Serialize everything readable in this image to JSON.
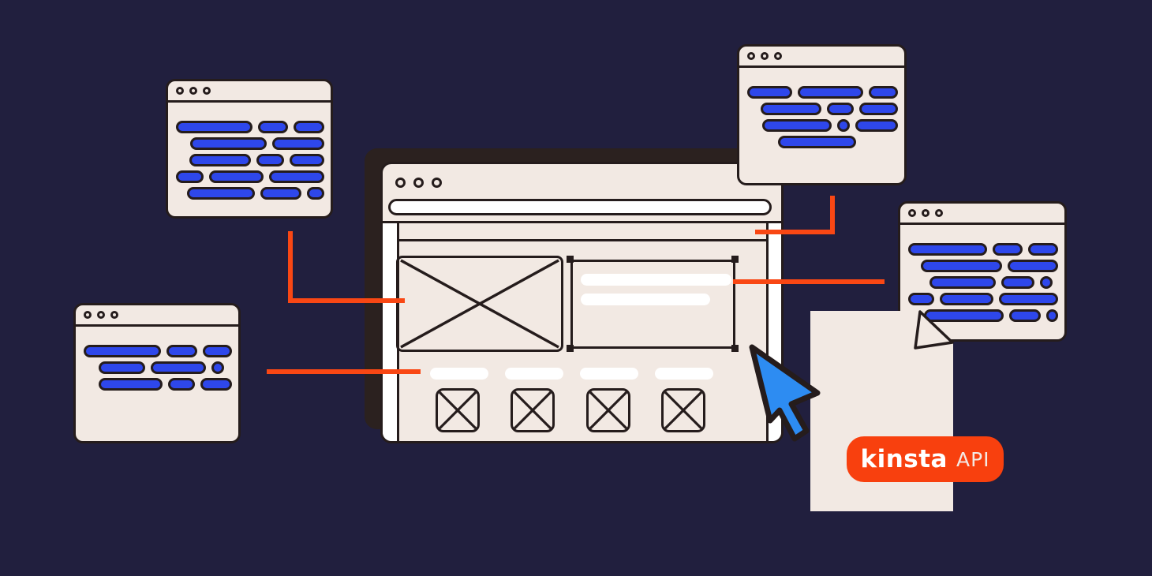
{
  "colors": {
    "background": "#211F3E",
    "window-cream": "#F2E9E3",
    "outline-dark": "#251C1C",
    "code-blue": "#2E47EB",
    "connector-orange": "#F94714",
    "cursor-blue": "#2D8CF2",
    "badge-orange": "#F8400E",
    "shadow-brown": "#2B211F",
    "white": "#FFFFFF"
  },
  "badge": {
    "brand": "kinsta",
    "suffix": "API"
  },
  "code_windows": {
    "top_left": {
      "rows": [
        {
          "indent": 0,
          "segs": [
            104,
            36,
            38
          ]
        },
        {
          "indent": 18,
          "segs": [
            100,
            66
          ]
        },
        {
          "indent": 17,
          "segs": [
            88,
            35,
            46
          ]
        },
        {
          "indent": 0,
          "segs": [
            31,
            67,
            68
          ]
        },
        {
          "indent": 14,
          "segs": [
            87,
            50,
            18
          ]
        }
      ]
    },
    "top_right": {
      "rows": [
        {
          "indent": 0,
          "segs": [
            56,
            84,
            34
          ]
        },
        {
          "indent": 17,
          "segs": [
            74,
            30,
            45
          ]
        },
        {
          "indent": 19,
          "segs": [
            87,
            "dot",
            51
          ]
        },
        {
          "indent": 39,
          "segs": [
            93
          ]
        }
      ]
    },
    "right": {
      "rows": [
        {
          "indent": 0,
          "segs": [
            105,
            35,
            36
          ]
        },
        {
          "indent": 16,
          "segs": [
            107,
            64
          ]
        },
        {
          "indent": 27,
          "segs": [
            78,
            36,
            "dot"
          ]
        },
        {
          "indent": 0,
          "segs": [
            28,
            63,
            70
          ]
        },
        {
          "indent": 20,
          "segs": [
            103,
            37,
            "dot"
          ]
        }
      ]
    },
    "bottom_left": {
      "rows": [
        {
          "indent": 0,
          "segs": [
            105,
            38,
            36
          ]
        },
        {
          "indent": 19,
          "segs": [
            53,
            64,
            "dot"
          ]
        },
        {
          "indent": 19,
          "segs": [
            88,
            32,
            40
          ]
        }
      ]
    }
  }
}
